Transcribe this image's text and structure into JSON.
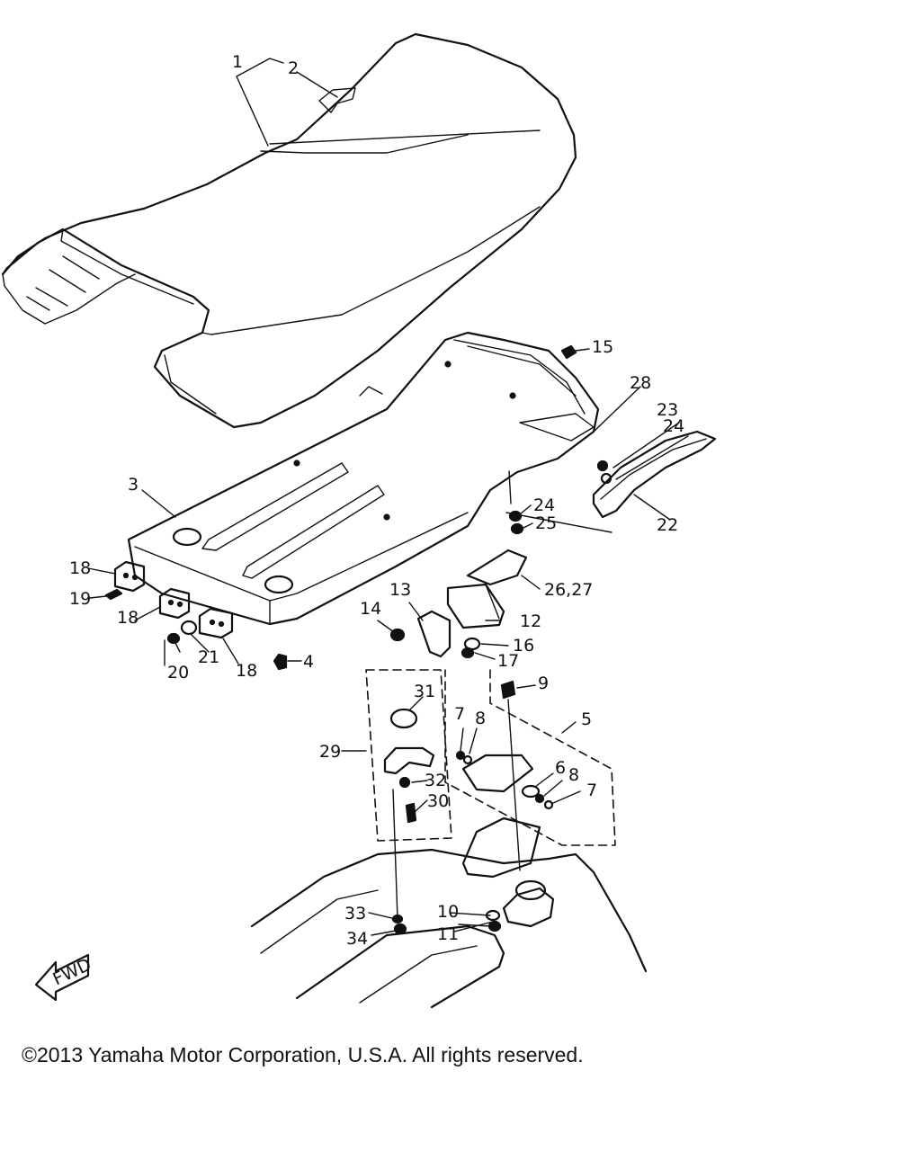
{
  "callouts": [
    {
      "id": "1",
      "label": "1"
    },
    {
      "id": "2",
      "label": "2"
    },
    {
      "id": "3",
      "label": "3"
    },
    {
      "id": "4",
      "label": "4"
    },
    {
      "id": "5",
      "label": "5"
    },
    {
      "id": "6",
      "label": "6"
    },
    {
      "id": "7a",
      "label": "7"
    },
    {
      "id": "7b",
      "label": "7"
    },
    {
      "id": "8a",
      "label": "8"
    },
    {
      "id": "8b",
      "label": "8"
    },
    {
      "id": "9",
      "label": "9"
    },
    {
      "id": "10",
      "label": "10"
    },
    {
      "id": "11",
      "label": "11"
    },
    {
      "id": "12",
      "label": "12"
    },
    {
      "id": "13",
      "label": "13"
    },
    {
      "id": "14",
      "label": "14"
    },
    {
      "id": "15",
      "label": "15"
    },
    {
      "id": "16",
      "label": "16"
    },
    {
      "id": "17",
      "label": "17"
    },
    {
      "id": "18a",
      "label": "18"
    },
    {
      "id": "18b",
      "label": "18"
    },
    {
      "id": "18c",
      "label": "18"
    },
    {
      "id": "19",
      "label": "19"
    },
    {
      "id": "20",
      "label": "20"
    },
    {
      "id": "21",
      "label": "21"
    },
    {
      "id": "22",
      "label": "22"
    },
    {
      "id": "23",
      "label": "23"
    },
    {
      "id": "24a",
      "label": "24"
    },
    {
      "id": "24b",
      "label": "24"
    },
    {
      "id": "25",
      "label": "25"
    },
    {
      "id": "26",
      "label": "26,27"
    },
    {
      "id": "28",
      "label": "28"
    },
    {
      "id": "29",
      "label": "29"
    },
    {
      "id": "30",
      "label": "30"
    },
    {
      "id": "31",
      "label": "31"
    },
    {
      "id": "32",
      "label": "32"
    },
    {
      "id": "33",
      "label": "33"
    },
    {
      "id": "34",
      "label": "34"
    }
  ],
  "fwd_label": "FWD",
  "copyright": "©2013 Yamaha Motor Corporation, U.S.A. All rights reserved."
}
